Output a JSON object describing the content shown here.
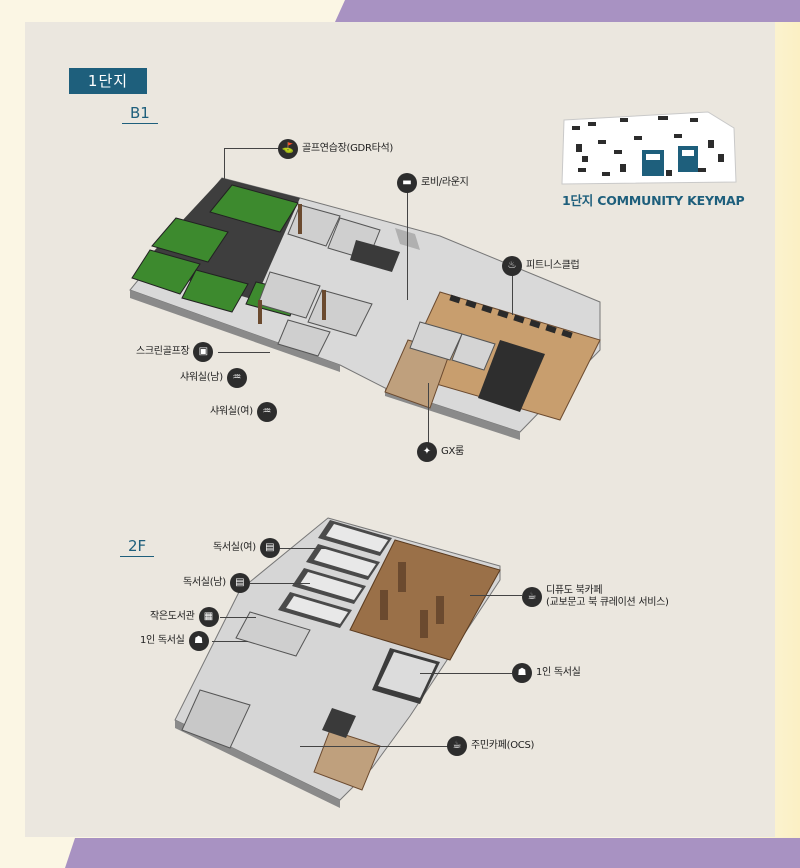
{
  "complex": "1단지",
  "floors": {
    "b1": "B1",
    "f2": "2F"
  },
  "keymap": {
    "caption": "1단지 COMMUNITY KEYMAP",
    "accent": "#1e5f7c"
  },
  "b1_callouts": [
    {
      "label": "골프연습장(GDR타석)",
      "icon": "golfer-icon"
    },
    {
      "label": "로비/라운지",
      "icon": "sofa-icon"
    },
    {
      "label": "피트니스클럽",
      "icon": "treadmill-icon"
    },
    {
      "label": "스크린골프장",
      "icon": "screen-golf-icon"
    },
    {
      "label": "샤워실(남)",
      "icon": "shower-icon"
    },
    {
      "label": "샤워실(여)",
      "icon": "shower-icon"
    },
    {
      "label": "GX룸",
      "icon": "exercise-icon"
    }
  ],
  "f2_callouts": [
    {
      "label": "독서실(여)",
      "icon": "book-icon"
    },
    {
      "label": "독서실(남)",
      "icon": "book-icon"
    },
    {
      "label": "작은도서관",
      "icon": "desk-icon"
    },
    {
      "label": "1인 독서실",
      "icon": "reader-icon"
    },
    {
      "label": "디퓨도 북카페",
      "label2": "(교보문고 북 큐레이션 서비스)",
      "icon": "bookcafe-icon"
    },
    {
      "label": "1인 독서실",
      "icon": "reader-icon"
    },
    {
      "label": "주민카페(OCS)",
      "icon": "coffee-icon"
    }
  ],
  "colors": {
    "accent": "#1e5f7c",
    "turf": "#3d8a2e",
    "wood": "#b88a5a",
    "purple": "#a892c2"
  }
}
